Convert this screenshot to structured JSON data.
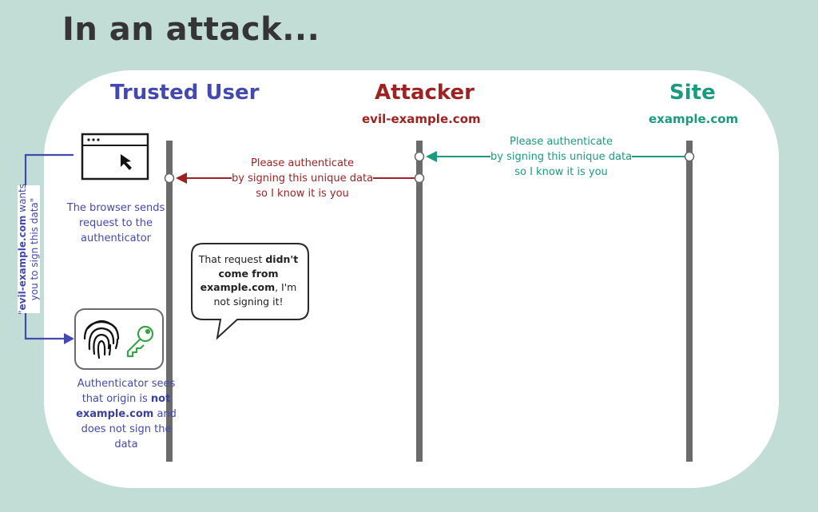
{
  "title": "In an attack...",
  "lanes": {
    "user": {
      "title": "Trusted User"
    },
    "attacker": {
      "title": "Attacker",
      "domain": "evil-example.com"
    },
    "site": {
      "title": "Site",
      "domain": "example.com"
    }
  },
  "messages": {
    "site_to_attacker": [
      "Please authenticate",
      "by signing this unique data",
      "so I know it is you"
    ],
    "attacker_to_user": [
      "Please authenticate",
      "by signing this unique data",
      "so I know it is you"
    ]
  },
  "notes": {
    "browser": [
      "The browser sends",
      "request to the",
      "authenticator"
    ],
    "authenticator": {
      "line1": "Authenticator sees",
      "line2_pre": "that origin is ",
      "line2_bold": "not",
      "line3_bold": "example.com",
      "line3_post": " and",
      "line4": "does not sign the",
      "line5": "data"
    }
  },
  "vertical_label": {
    "q_open": "\"",
    "bold": "evil-example.com",
    "rest1": " wants",
    "line2": "you to sign this data\""
  },
  "bubble": {
    "part1": "That request ",
    "bold1": "didn't come from",
    "bold2": "example.com",
    "part2": ", I'm not signing it!"
  },
  "colors": {
    "background": "#c1ddd6",
    "user": "#4349ae",
    "attacker": "#9f2222",
    "site": "#1a9b7f",
    "lifeline": "#6b6b6b",
    "key": "#3aa34a"
  },
  "icons": [
    "browser-window-icon",
    "cursor-icon",
    "fingerprint-icon",
    "key-icon"
  ]
}
